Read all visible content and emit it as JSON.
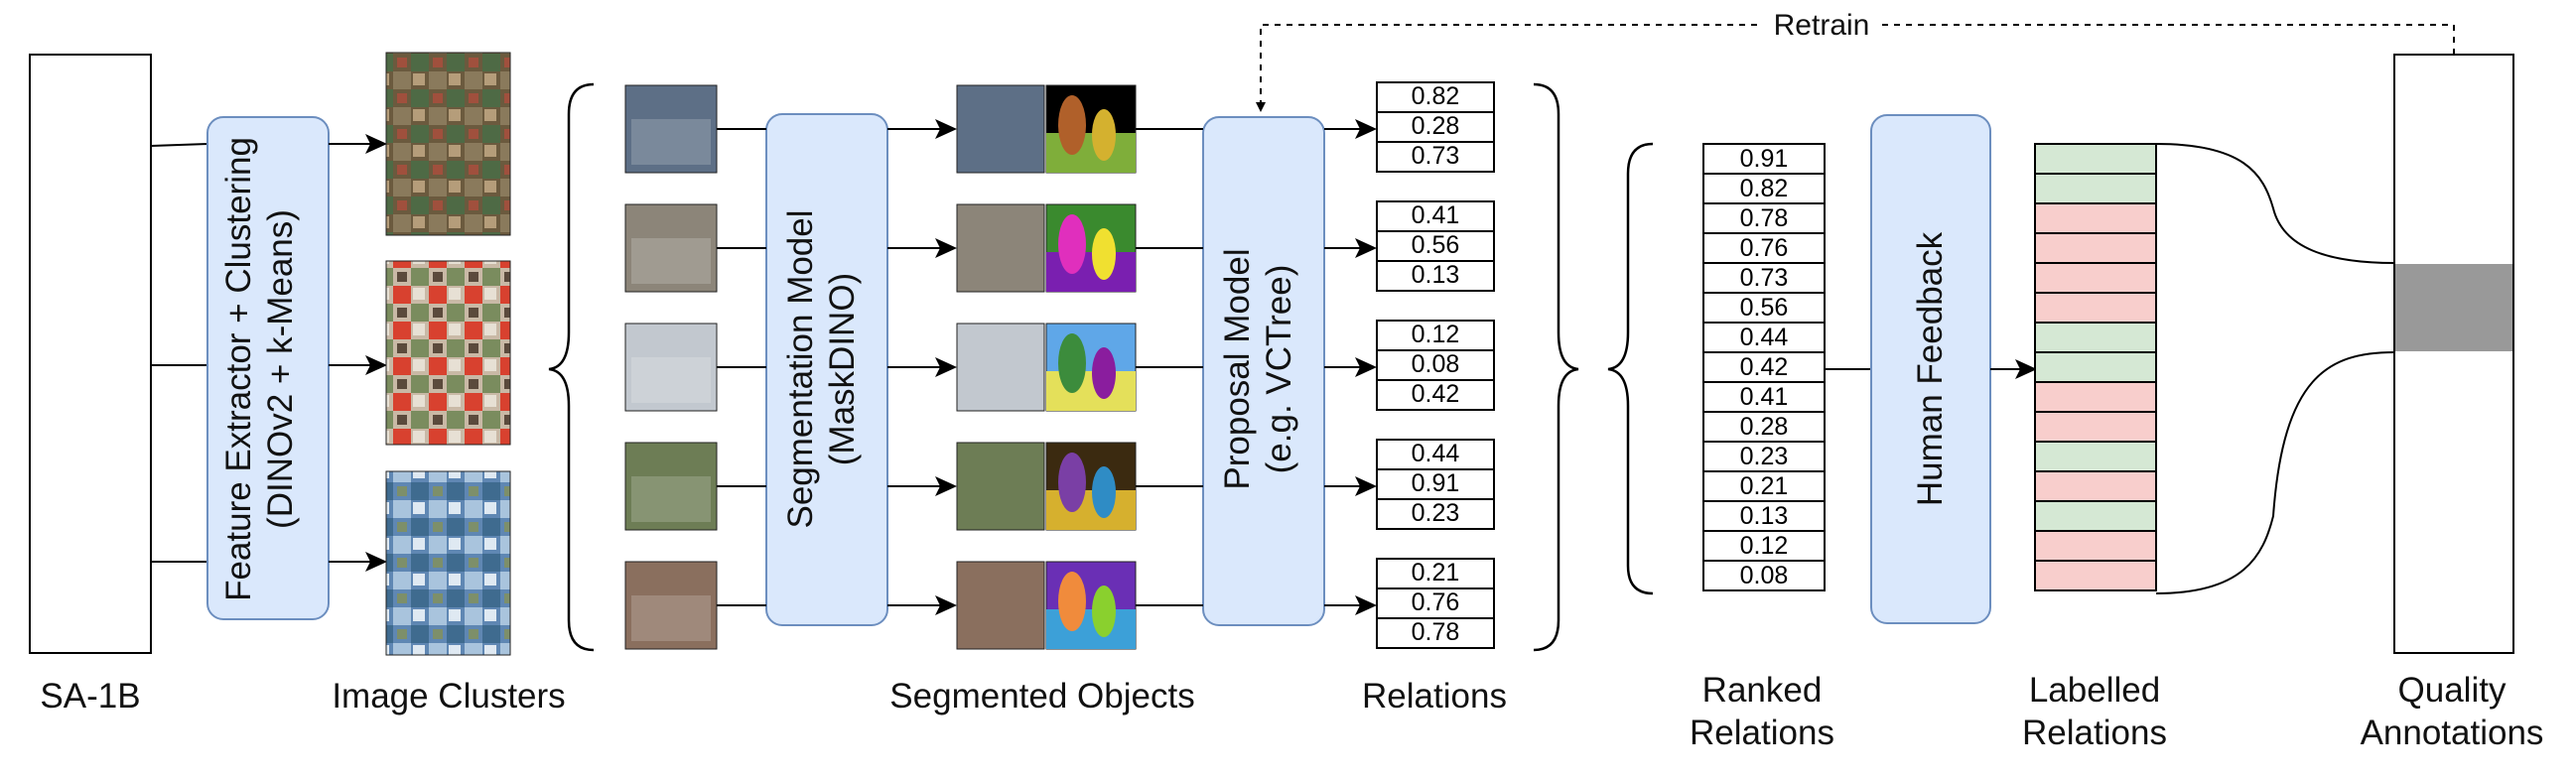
{
  "labels": {
    "sa1b": "SA-1B",
    "image_clusters": "Image Clusters",
    "segmented_objects": "Segmented Objects",
    "relations": "Relations",
    "ranked_relations": [
      "Ranked",
      "Relations"
    ],
    "labelled_relations": [
      "Labelled",
      "Relations"
    ],
    "quality_annotations": [
      "Quality",
      "Annotations"
    ]
  },
  "blocks": {
    "feature_extractor": [
      "Feature Extractor + Clustering",
      "(DINOv2 + k-Means)"
    ],
    "segmentation_model": [
      "Segmentation Model",
      "(MaskDINO)"
    ],
    "proposal_model": [
      "Proposal Model",
      "(e.g. VCTree)"
    ],
    "human_feedback": "Human Feedback"
  },
  "retrain_label": "Retrain",
  "relation_groups": [
    [
      "0.82",
      "0.28",
      "0.73"
    ],
    [
      "0.41",
      "0.56",
      "0.13"
    ],
    [
      "0.12",
      "0.08",
      "0.42"
    ],
    [
      "0.44",
      "0.91",
      "0.23"
    ],
    [
      "0.21",
      "0.76",
      "0.78"
    ]
  ],
  "ranked_relations": [
    "0.91",
    "0.82",
    "0.78",
    "0.76",
    "0.73",
    "0.56",
    "0.44",
    "0.42",
    "0.41",
    "0.28",
    "0.23",
    "0.21",
    "0.13",
    "0.12",
    "0.08"
  ],
  "labelled_relations": [
    "green",
    "green",
    "red",
    "red",
    "red",
    "red",
    "green",
    "green",
    "red",
    "red",
    "green",
    "red",
    "green",
    "red",
    "red"
  ],
  "colors": {
    "block_fill": "#dae8fc",
    "block_stroke": "#6c8ebf",
    "label_green": "#d5e8d4",
    "label_red": "#f8cecc",
    "annotation_gray": "#999999"
  }
}
